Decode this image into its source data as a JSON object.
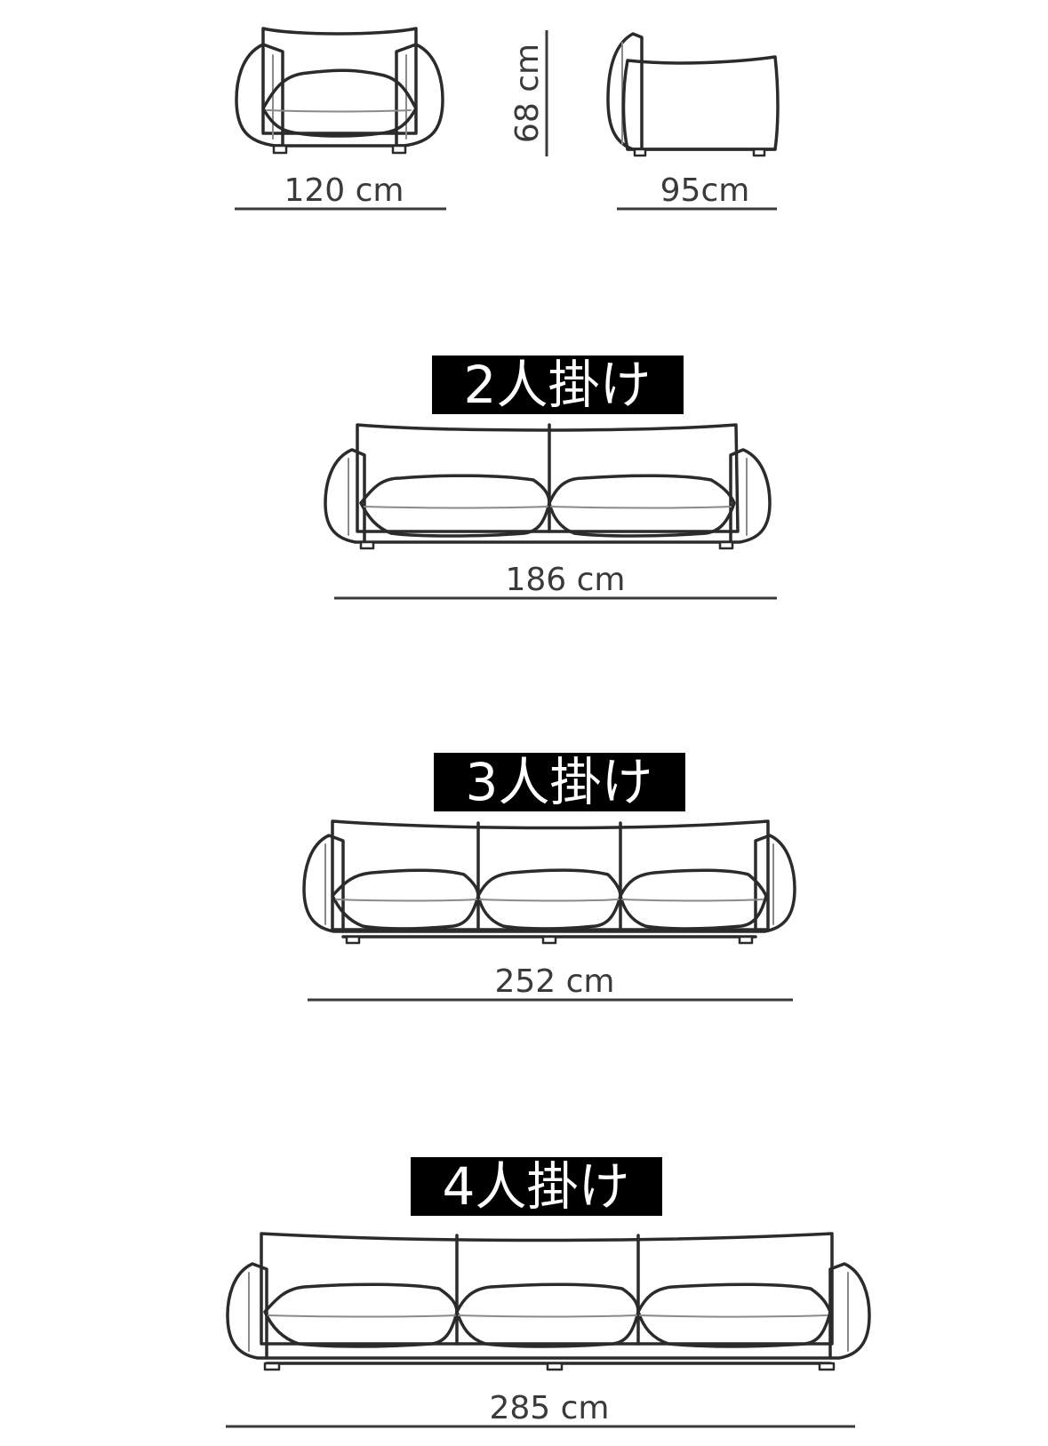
{
  "single": {
    "front_width": "120 cm",
    "height": "68 cm",
    "depth": "95cm"
  },
  "models": [
    {
      "heading": "2人掛け",
      "width": "186 cm"
    },
    {
      "heading": "3人掛け",
      "width": "252 cm"
    },
    {
      "heading": "4人掛け",
      "width": "285 cm"
    }
  ]
}
